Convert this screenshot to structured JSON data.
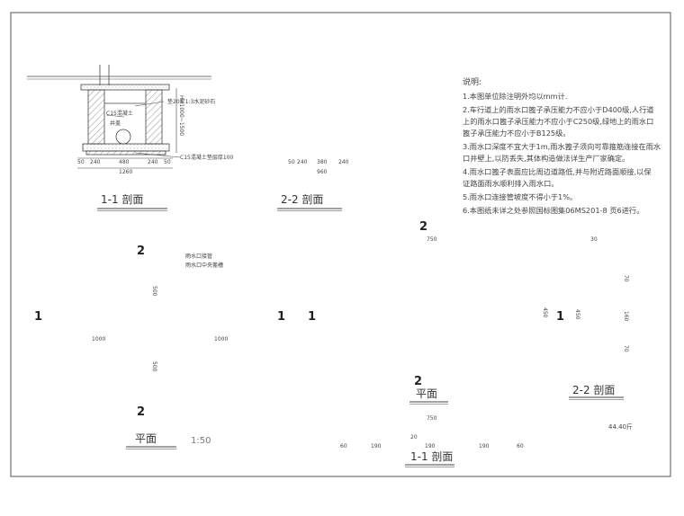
{
  "notes": {
    "heading": "说明:",
    "items": [
      "1.本图单位除注明外均以mm计.",
      "2.车行道上的雨水口篦子承压能力不应小于D400级,人行道",
      "上的雨水口篦子承压能力不应小于C250级,绿地上的雨水口",
      "篦子承压能力不应小于B125级。",
      "3.雨水口深度不宜大于1m,雨水篦子须向可靠箍筋连接在雨水",
      "口井壁上,以防丢失,其体构造做法详生产厂家确定。",
      "4.雨水口篦子表面应比周边道路低,并与附近路面顺接,以保",
      "证路面雨水顺利排入雨水口。",
      "5.雨水口连接管坡度不得小于1%。",
      "6.本图纸未详之处参照国标图集06MS201-8 页6进行。"
    ]
  },
  "section_1_1_left": {
    "title": "1-1  剖面",
    "labels": [
      "垫20厚1:3水泥砂石",
      "C15混凝土",
      "井盖",
      "C15混凝土垫层厚100",
      "H=1000~1500"
    ],
    "dims": [
      "50",
      "240",
      "480",
      "240",
      "50",
      "1260"
    ]
  },
  "section_2_2_left": {
    "title": "2-2  剖面",
    "dims": [
      "50",
      "240",
      "380",
      "240",
      "960"
    ]
  },
  "plan_left": {
    "title": "平面",
    "scale": "1:50",
    "labels": [
      "雨水口接管",
      "雨水口中央篦槽"
    ],
    "dims": [
      "1000",
      "1000",
      "500",
      "500"
    ],
    "marks": [
      "2",
      "2",
      "1",
      "1"
    ]
  },
  "plan_right": {
    "title": "平面",
    "dims": [
      "750",
      "450"
    ],
    "marks": [
      "2",
      "2",
      "1",
      "1"
    ]
  },
  "section_2_2_right": {
    "title": "2-2  剖面",
    "dims": [
      "30",
      "450",
      "70",
      "160",
      "70"
    ]
  },
  "section_1_1_bottom": {
    "title": "1-1  剖面",
    "dims": [
      "750",
      "60",
      "190",
      "20",
      "190",
      "190",
      "60"
    ],
    "weight": "44.40斤"
  },
  "colors": {
    "line": "#444444",
    "hatch": "#666666",
    "paper": "#ffffff"
  }
}
